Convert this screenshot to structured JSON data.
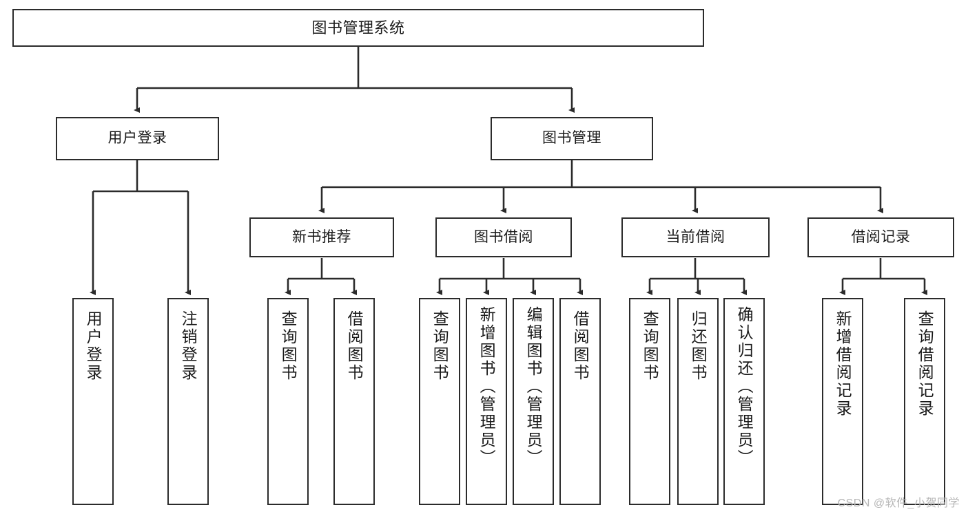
{
  "diagram": {
    "title": "图书管理系统",
    "type": "hierarchy-tree",
    "colors": {
      "box_border": "#2b2b2b",
      "box_fill": "#ffffff",
      "edge": "#2b2b2b",
      "text": "#1a1a1a",
      "watermark": "#b6b6b6"
    },
    "watermark": "CSDN @软件_小贺同学",
    "nodes": {
      "root": {
        "label": "图书管理系统"
      },
      "level2": [
        {
          "id": "user-login",
          "label": "用户登录"
        },
        {
          "id": "book-management",
          "label": "图书管理"
        }
      ],
      "level3": [
        {
          "id": "new-book-recommend",
          "label": "新书推荐"
        },
        {
          "id": "book-borrow",
          "label": "图书借阅"
        },
        {
          "id": "current-borrow",
          "label": "当前借阅"
        },
        {
          "id": "borrow-record",
          "label": "借阅记录"
        }
      ],
      "leaves": {
        "user_login": [
          {
            "id": "leaf-user-login",
            "label": "用户登录"
          },
          {
            "id": "leaf-user-logout",
            "label": "注销登录"
          }
        ],
        "new_book_recommend": [
          {
            "id": "leaf-query-book-1",
            "label": "查询图书"
          },
          {
            "id": "leaf-borrow-book-1",
            "label": "借阅图书"
          }
        ],
        "book_borrow": [
          {
            "id": "leaf-query-book-2",
            "label": "查询图书"
          },
          {
            "id": "leaf-add-book",
            "label": "新增图书（管理员）"
          },
          {
            "id": "leaf-edit-book",
            "label": "编辑图书（管理员）"
          },
          {
            "id": "leaf-borrow-book-2",
            "label": "借阅图书"
          }
        ],
        "current_borrow": [
          {
            "id": "leaf-query-book-3",
            "label": "查询图书"
          },
          {
            "id": "leaf-return-book",
            "label": "归还图书"
          },
          {
            "id": "leaf-confirm-return",
            "label": "确认归还（管理员）"
          }
        ],
        "borrow_record": [
          {
            "id": "leaf-add-record",
            "label": "新增借阅记录"
          },
          {
            "id": "leaf-query-record",
            "label": "查询借阅记录"
          }
        ]
      }
    }
  }
}
